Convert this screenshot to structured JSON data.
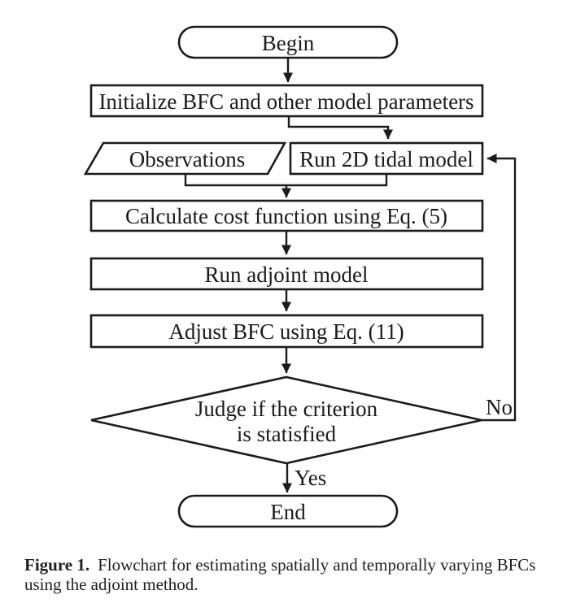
{
  "figure": {
    "nodes": {
      "begin": "Begin",
      "initialize": "Initialize BFC and other model parameters",
      "observations": "Observations",
      "run_tidal": "Run 2D tidal model",
      "calculate": "Calculate cost function using Eq. (5)",
      "run_adjoint": "Run adjoint model",
      "adjust": "Adjust BFC using Eq. (11)",
      "decision_line1": "Judge if the criterion",
      "decision_line2": "is statisfied",
      "end": "End"
    },
    "edge_labels": {
      "yes": "Yes",
      "no": "No"
    },
    "colors": {
      "stroke": "#1b1b1b",
      "text": "#1b1b1b",
      "background": "#ffffff"
    }
  },
  "caption": {
    "label": "Figure 1.",
    "line1": "Flowchart for estimating spatially and temporally varying BFCs",
    "line2": "using the adjoint method."
  }
}
